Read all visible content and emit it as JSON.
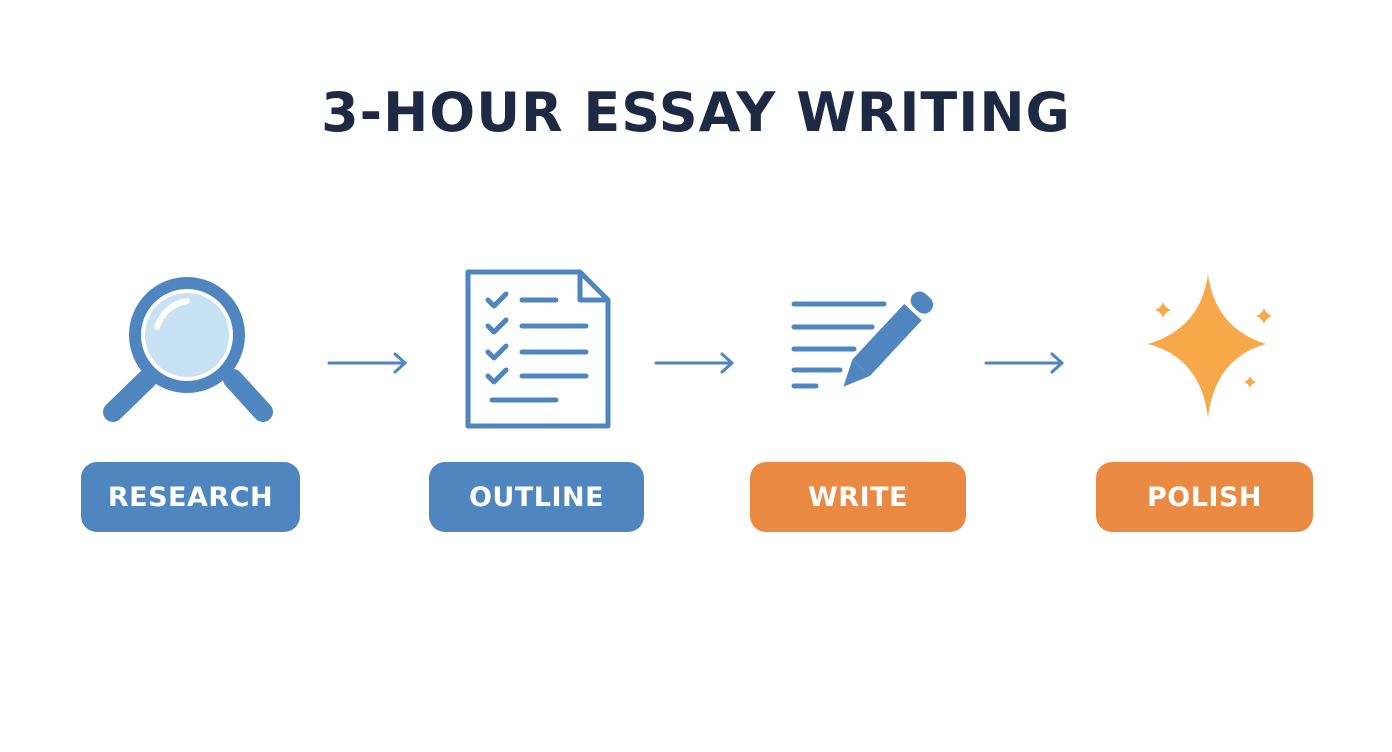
{
  "title": "3-HOUR ESSAY WRITING",
  "steps": [
    {
      "label": "RESEARCH",
      "icon": "magnifying-glass-icon",
      "color": "#4f86bf"
    },
    {
      "label": "OUTLINE",
      "icon": "checklist-document-icon",
      "color": "#4f86bf"
    },
    {
      "label": "WRITE",
      "icon": "pencil-writing-icon",
      "color": "#ea8a42"
    },
    {
      "label": "POLISH",
      "icon": "sparkle-icon",
      "color": "#ea8a42"
    }
  ],
  "colors": {
    "title": "#1e2a44",
    "blue": "#4f86bf",
    "light_blue": "#c7e3f3",
    "orange": "#ea8a42",
    "gold": "#f7a94a",
    "arrow": "#4f86bf"
  }
}
